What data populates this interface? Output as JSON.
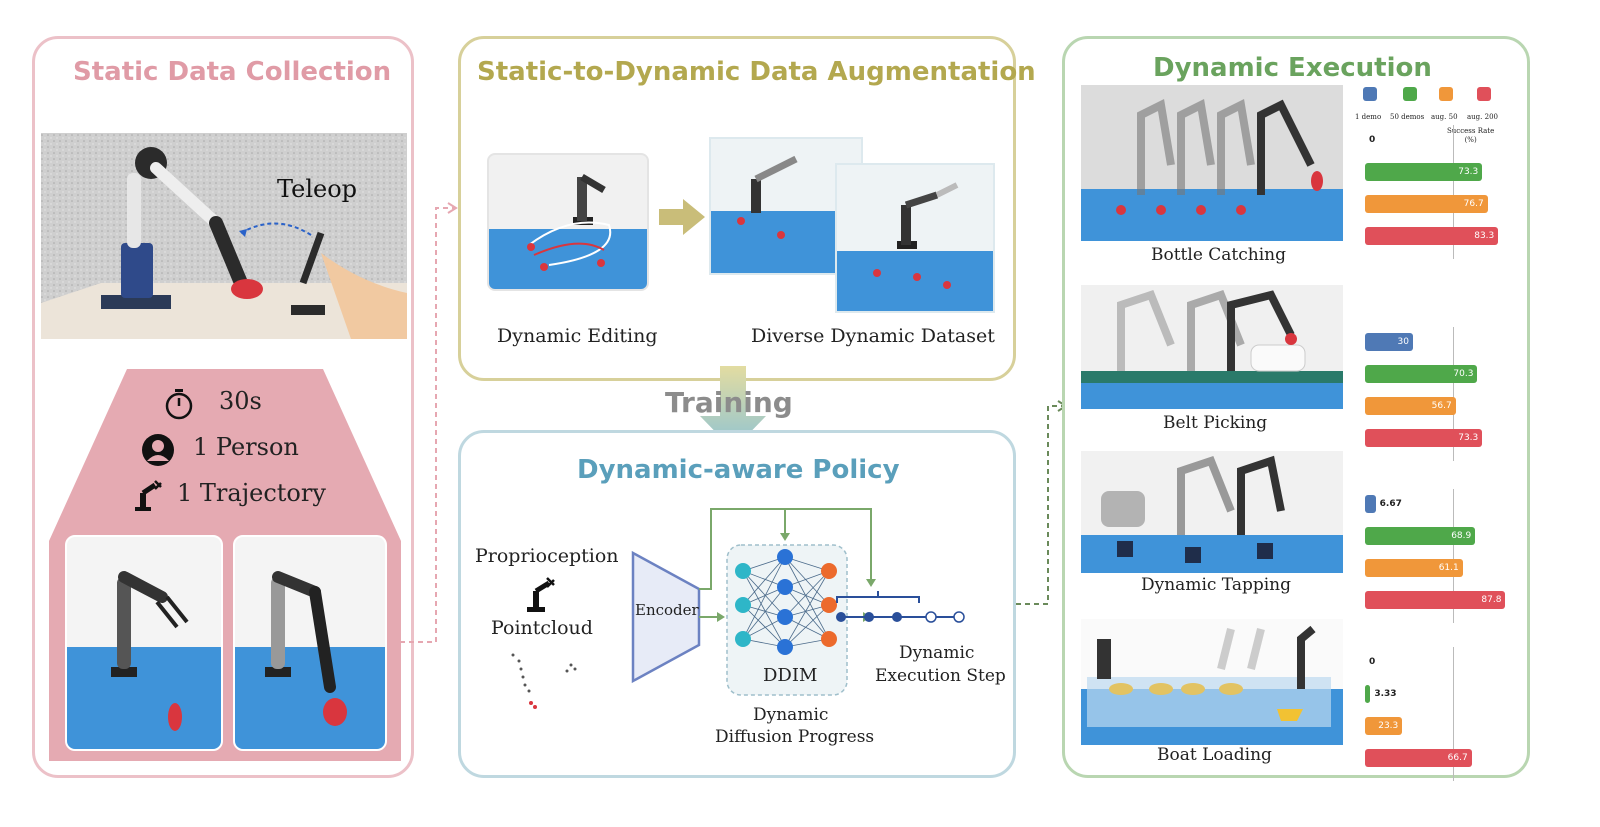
{
  "panels": {
    "static": {
      "title": "Static Data Collection",
      "color": "#e09ba6"
    },
    "augment": {
      "title": "Static-to-Dynamic Data Augmentation",
      "color": "#b3a84f"
    },
    "policy": {
      "title": "Dynamic-aware Policy",
      "color": "#5a9fbb"
    },
    "execution": {
      "title": "Dynamic Execution",
      "color": "#6aa35e"
    }
  },
  "static": {
    "teleop_label": "Teleop",
    "stats": [
      {
        "icon": "timer-icon",
        "text": "30s"
      },
      {
        "icon": "person-icon",
        "text": "1 Person"
      },
      {
        "icon": "robot-arm-icon",
        "text": "1 Trajectory"
      }
    ]
  },
  "augment": {
    "editing_label": "Dynamic Editing",
    "dataset_label": "Diverse Dynamic Dataset"
  },
  "training_label": "Training",
  "policy": {
    "proprio_label": "Proprioception",
    "pointcloud_label": "Pointcloud",
    "encoder_label": "Encoder",
    "ddim_label": "DDIM",
    "diffusion_label_1": "Dynamic",
    "diffusion_label_2": "Diffusion Progress",
    "exec_label_1": "Dynamic",
    "exec_label_2": "Execution Step"
  },
  "legend": {
    "items": [
      {
        "label": "1 demo",
        "color": "#4f79b5"
      },
      {
        "label": "50 demos",
        "color": "#4fa84a"
      },
      {
        "label": "aug. 50",
        "color": "#f0973a"
      },
      {
        "label": "aug. 200",
        "color": "#e0505a"
      }
    ],
    "axis_title": "Success Rate\n(%)"
  },
  "chart_data": {
    "type": "bar",
    "orientation": "horizontal",
    "xlabel": "Success Rate (%)",
    "xlim": [
      0,
      100
    ],
    "series_names": [
      "1 demo",
      "50 demos",
      "aug. 50",
      "aug. 200"
    ],
    "tasks": [
      {
        "name": "Bottle Catching",
        "values": [
          0,
          73.3,
          76.7,
          83.3
        ],
        "labels": [
          "0",
          "73.3",
          "76.7",
          "83.3"
        ]
      },
      {
        "name": "Belt Picking",
        "values": [
          30,
          70.3,
          56.7,
          73.3
        ],
        "labels": [
          "30",
          "70.3",
          "56.7",
          "73.3"
        ]
      },
      {
        "name": "Dynamic Tapping",
        "values": [
          6.67,
          68.9,
          61.1,
          87.8
        ],
        "labels": [
          "6.67",
          "68.9",
          "61.1",
          "87.8"
        ]
      },
      {
        "name": "Boat Loading",
        "values": [
          0,
          3.33,
          23.3,
          66.7
        ],
        "labels": [
          "0",
          "3.33",
          "23.3",
          "66.7"
        ]
      }
    ]
  }
}
